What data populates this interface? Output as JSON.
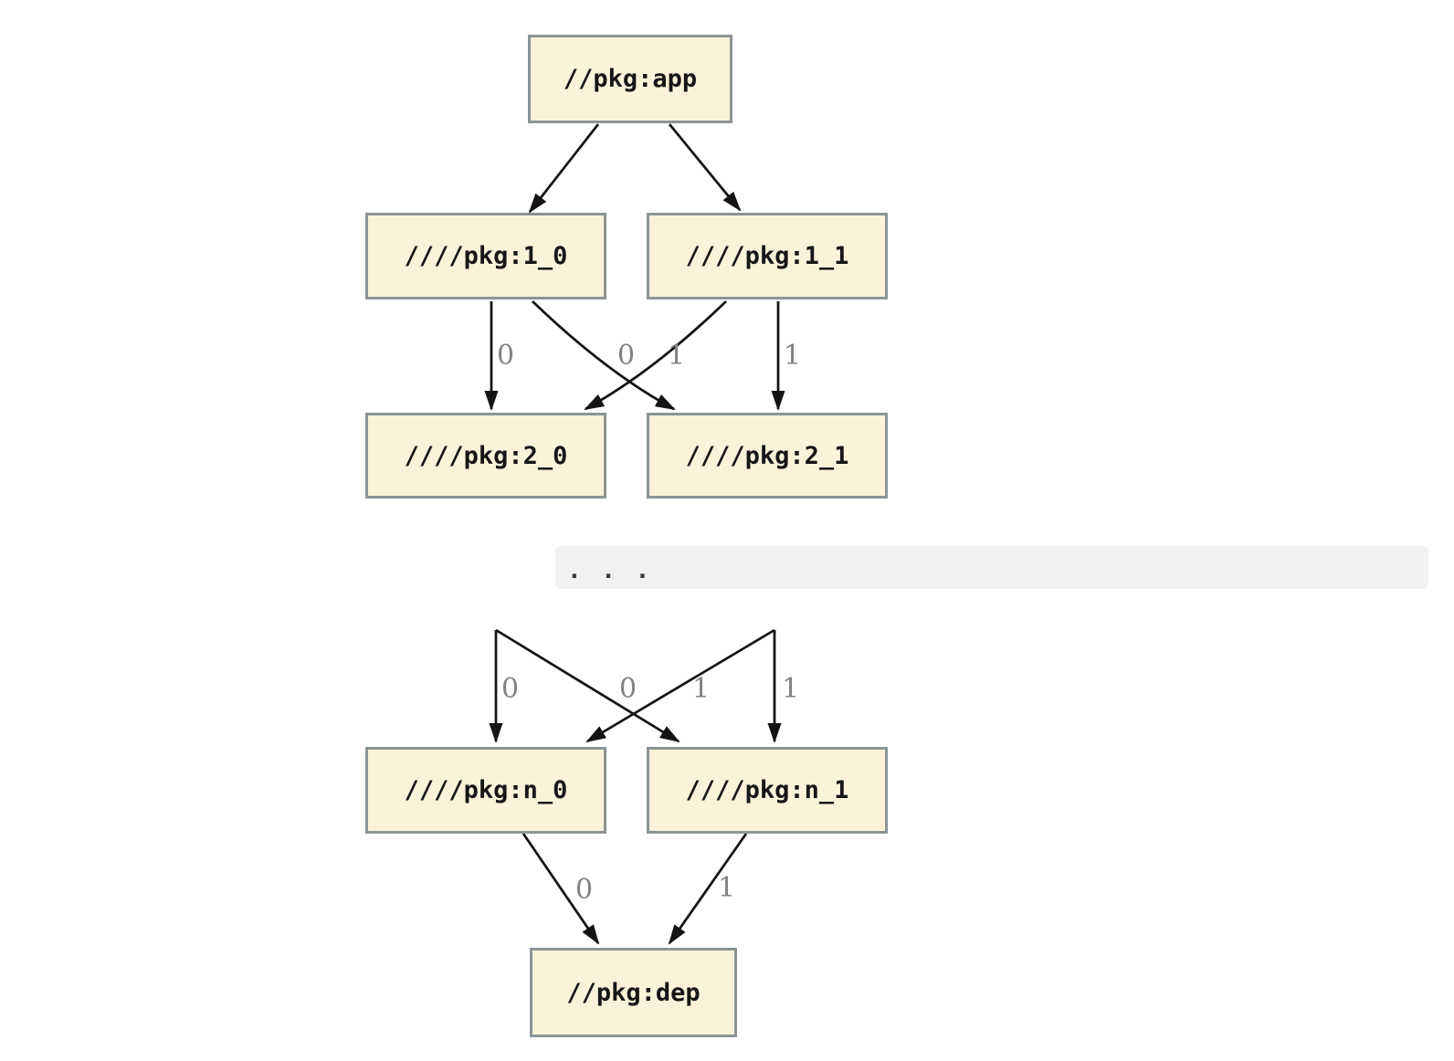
{
  "colors": {
    "background": "#FFFFFF",
    "node_fill": "#FBF3D9",
    "node_border": "#8B9496",
    "node_text": "#161616",
    "edge": "#141414",
    "edge_label": "#828282",
    "band_bg": "#F1F1F1"
  },
  "diagram": {
    "nodes": [
      {
        "id": "app",
        "label": "//pkg:app"
      },
      {
        "id": "1_0",
        "label": "////pkg:1_0"
      },
      {
        "id": "1_1",
        "label": "////pkg:1_1"
      },
      {
        "id": "2_0",
        "label": "////pkg:2_0"
      },
      {
        "id": "2_1",
        "label": "////pkg:2_1"
      },
      {
        "id": "n_0",
        "label": "////pkg:n_0"
      },
      {
        "id": "n_1",
        "label": "////pkg:n_1"
      },
      {
        "id": "dep",
        "label": "//pkg:dep"
      }
    ],
    "ellipsis": ". . .",
    "edges": [
      {
        "from": "//pkg:app",
        "to": "////pkg:1_0",
        "label": ""
      },
      {
        "from": "//pkg:app",
        "to": "////pkg:1_1",
        "label": ""
      },
      {
        "from": "////pkg:1_0",
        "to": "////pkg:2_0",
        "label": "0"
      },
      {
        "from": "////pkg:1_0",
        "to": "////pkg:2_1",
        "label": "1"
      },
      {
        "from": "////pkg:1_1",
        "to": "////pkg:2_0",
        "label": "0"
      },
      {
        "from": "////pkg:1_1",
        "to": "////pkg:2_1",
        "label": "1"
      },
      {
        "from": "...",
        "to": "////pkg:n_0",
        "label": "0"
      },
      {
        "from": "...",
        "to": "////pkg:n_1",
        "label": "1"
      },
      {
        "from": "...",
        "to": "////pkg:n_0",
        "label": "0"
      },
      {
        "from": "...",
        "to": "////pkg:n_1",
        "label": "1"
      },
      {
        "from": "////pkg:n_0",
        "to": "//pkg:dep",
        "label": "0"
      },
      {
        "from": "////pkg:n_1",
        "to": "//pkg:dep",
        "label": "1"
      }
    ]
  }
}
